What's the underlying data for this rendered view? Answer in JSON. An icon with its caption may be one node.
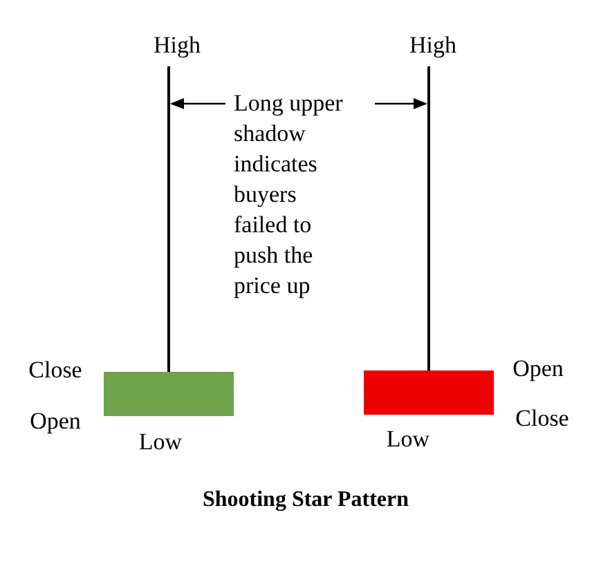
{
  "diagram": {
    "caption": "Shooting Star Pattern",
    "nodes": [
      {
        "text": [],
        "shape": "box",
        "beside": [
          "Close",
          "Open",
          "Low"
        ]
      },
      {
        "text": [],
        "shape": "box",
        "beside": [
          "Open",
          "Close",
          "Low"
        ]
      },
      {
        "text": [
          "Long upper shadow indicates buyers failed to push the price up"
        ]
      },
      {
        "text": [],
        "shape": "bar",
        "beside": [
          "High"
        ]
      },
      {
        "text": [],
        "shape": "bar",
        "beside": [
          "High"
        ]
      }
    ],
    "edges": [
      {
        "from": 2,
        "to": 3,
        "arrow": "to"
      },
      {
        "from": 2,
        "to": 4,
        "arrow": "to"
      }
    ]
  }
}
